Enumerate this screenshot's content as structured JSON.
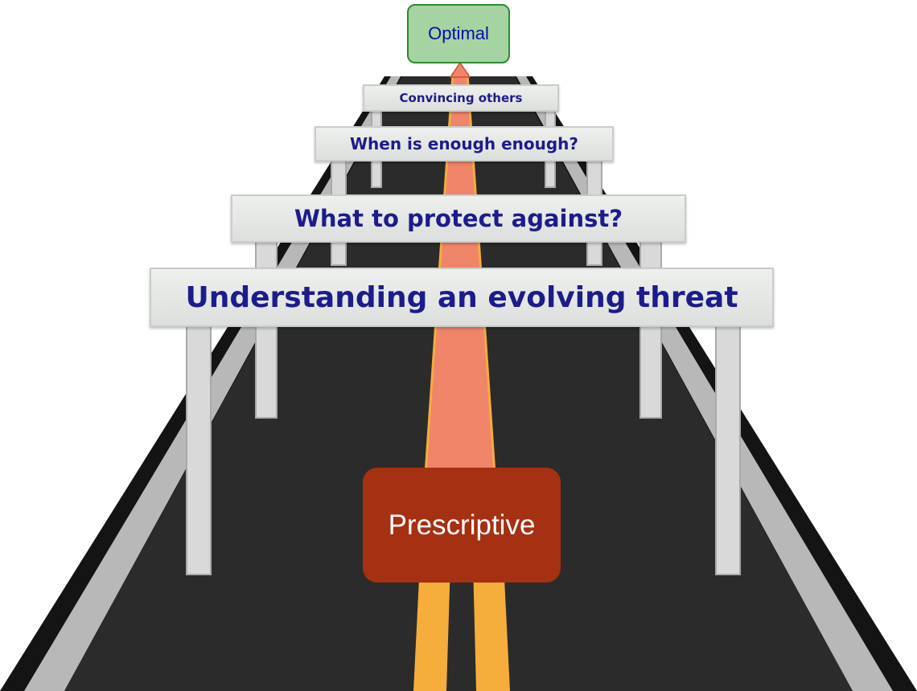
{
  "goal": {
    "label": "Optimal"
  },
  "start": {
    "label": "Prescriptive"
  },
  "hurdles": [
    {
      "label": "Understanding an evolving threat"
    },
    {
      "label": "What to protect against?"
    },
    {
      "label": "When is enough enough?"
    },
    {
      "label": "Convincing others"
    }
  ],
  "colors": {
    "road": "#2b2b2b",
    "guardrail": "#c8c8c8",
    "lane_yellow": "#f5ad3c",
    "path_arrow": "#f0856a",
    "start_box": "#a63012",
    "goal_box": "#a5d3a2",
    "sign_text": "#1c1c8c"
  }
}
